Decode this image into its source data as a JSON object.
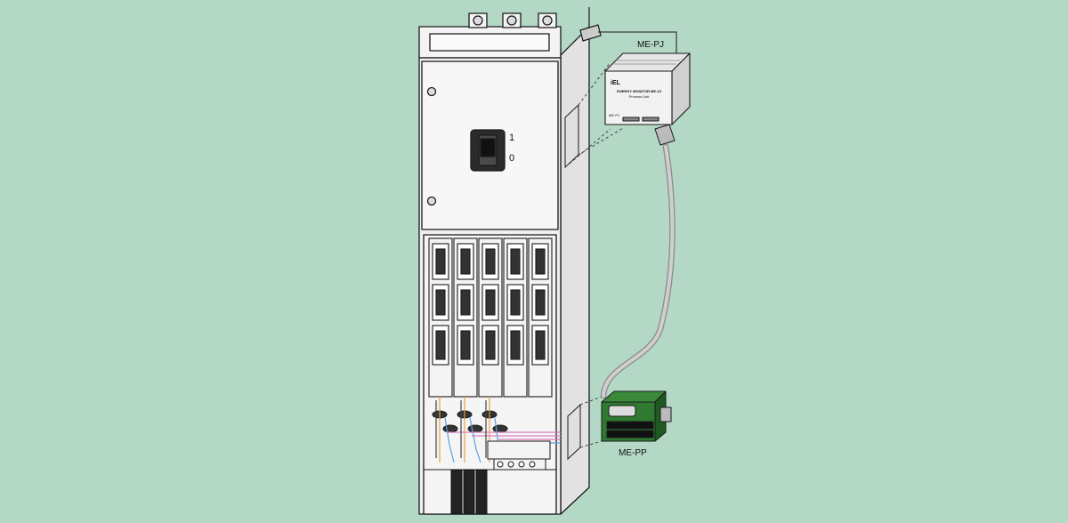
{
  "labels": {
    "process_unit": "ME-PJ",
    "connector_board": "ME-PP",
    "switch_on": "1",
    "switch_off": "0"
  },
  "device": {
    "brand": "iEL",
    "name": "ENERGY MONITOR ME-15",
    "subtitle": "Process Unit",
    "model_tag": "ME-PJ"
  },
  "colors": {
    "background": "#b3d8c5",
    "cabinet_fill": "#f4f4f4",
    "cabinet_side": "#e2e2e2",
    "outline": "#1a1a1a",
    "cable": "#c8c8c8",
    "wire_pink": "#d77cc0",
    "wire_blue": "#5aa0e6",
    "wire_orange": "#e8a040",
    "board_green": "#3a8a3a"
  },
  "icons": [
    "toggle-switch-icon",
    "busbar-terminal-icon",
    "fuse-switch-icon"
  ]
}
